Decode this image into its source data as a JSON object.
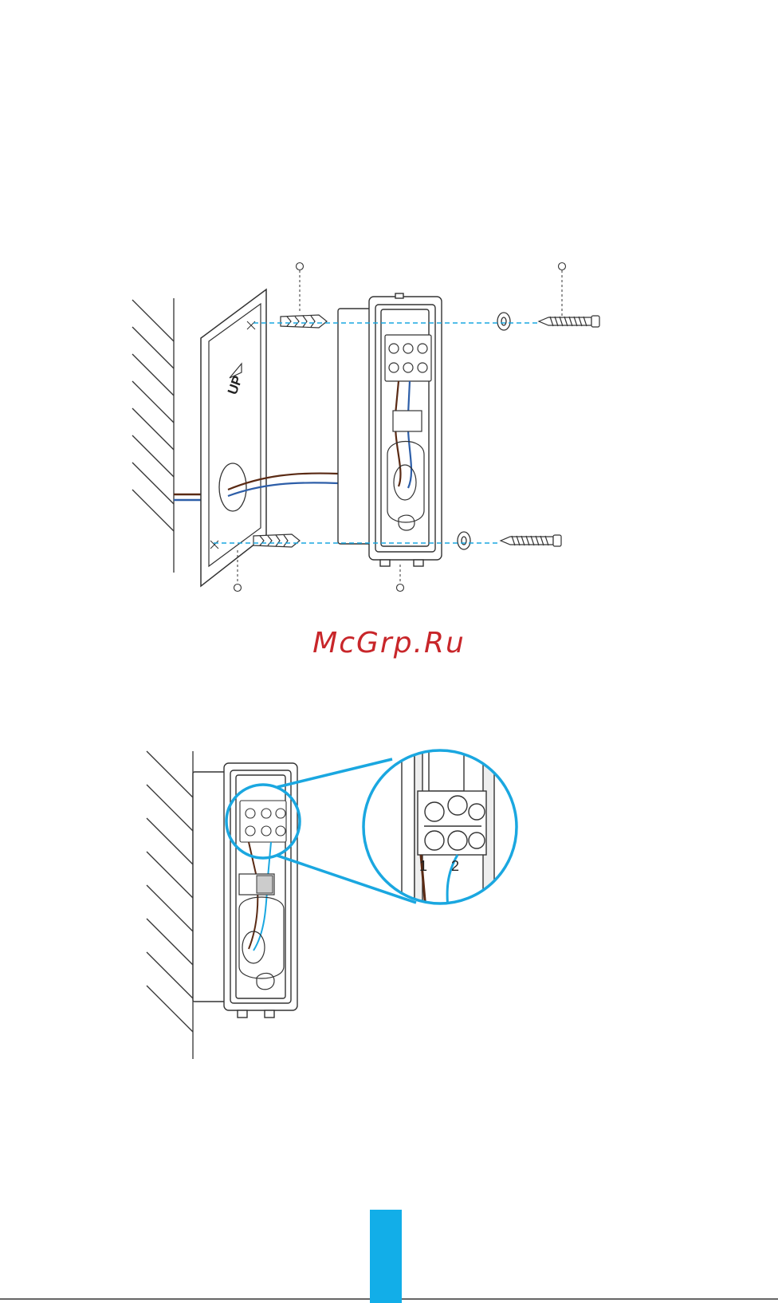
{
  "mounting_plate": {
    "up_text": "UP"
  },
  "watermark": {
    "text": "McGrp.Ru",
    "color": "#c8262a"
  },
  "callout": {
    "wire_1_label": "1",
    "wire_2_label": "2"
  },
  "colors": {
    "accent_cyan": "#1aa7e0",
    "wire_brown": "#5a2a14",
    "wire_blue": "#2d5ea8",
    "line_gray": "#333333"
  }
}
